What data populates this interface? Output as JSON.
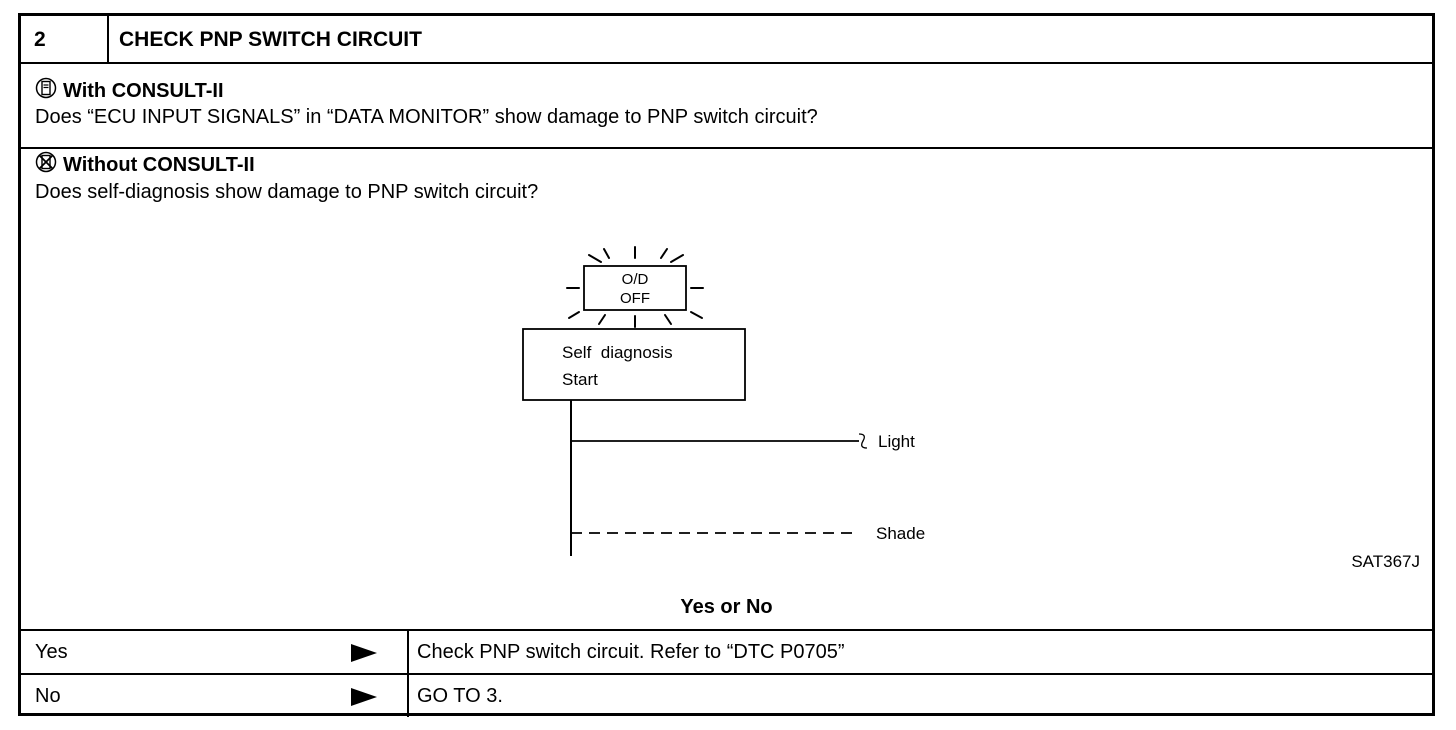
{
  "step": {
    "number": "2",
    "title": "CHECK PNP SWITCH CIRCUIT"
  },
  "with_consult": {
    "icon": "consult-tool-icon",
    "heading": "With CONSULT-II",
    "question": "Does “ECU INPUT SIGNALS” in “DATA MONITOR” show damage to PNP switch circuit?"
  },
  "without_consult": {
    "icon": "no-consult-tool-icon",
    "heading": "Without CONSULT-II",
    "question": "Does self-diagnosis show damage to PNP switch circuit?"
  },
  "figure": {
    "lamp_line1": "O/D",
    "lamp_line2": "OFF",
    "box_line1": "Self  diagnosis",
    "box_line2": "Start",
    "light_label": "Light",
    "shade_label": "Shade",
    "figure_id": "SAT367J"
  },
  "prompt": "Yes or No",
  "answers": [
    {
      "answer": "Yes",
      "action": "Check PNP switch circuit. Refer to “DTC P0705”"
    },
    {
      "answer": "No",
      "action": "GO TO 3."
    }
  ]
}
